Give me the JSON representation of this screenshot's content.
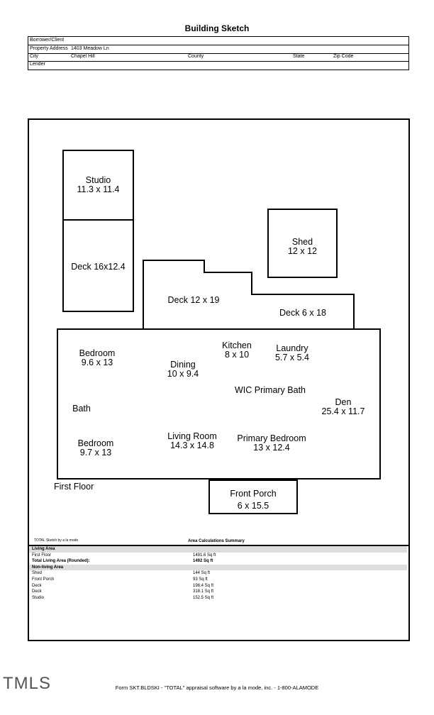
{
  "title": "Building Sketch",
  "header": {
    "borrower_label": "Borrower/Client",
    "borrower_value": "",
    "address_label": "Property Address",
    "address_value": "1403 Meadow Ln",
    "city_label": "City",
    "city_value": "Chapel Hill",
    "county_label": "County",
    "state_label": "State",
    "zip_label": "Zip Code",
    "lender_label": "Lender"
  },
  "sketch": {
    "studio": {
      "name": "Studio",
      "dims": "11.3 x 11.4"
    },
    "deck_left": "Deck 16x12.4",
    "shed": {
      "name": "Shed",
      "dims": "12 x 12"
    },
    "deck_12x19": "Deck 12 x 19",
    "deck_6x18": "Deck 6 x 18",
    "bedroom1": {
      "name": "Bedroom",
      "dims": "9.6 x 13"
    },
    "kitchen": {
      "name": "Kitchen",
      "dims": "8 x 10"
    },
    "laundry": {
      "name": "Laundry",
      "dims": "5.7 x 5.4"
    },
    "dining": {
      "name": "Dining",
      "dims": "10 x 9.4"
    },
    "wic_bath": "WIC Primary Bath",
    "den": {
      "name": "Den",
      "dims": "25.4 x 11.7"
    },
    "bath": "Bath",
    "bedroom2": {
      "name": "Bedroom",
      "dims": "9.7 x 13"
    },
    "living": {
      "name": "Living Room",
      "dims": "14.3 x 14.8"
    },
    "primary": {
      "name": "Primary Bedroom",
      "dims": "13 x 12.4"
    },
    "first_floor": "First Floor",
    "porch": {
      "name": "Front Porch",
      "dims": "6 x 15.5"
    }
  },
  "summary": {
    "credit": "TOTAL Sketch by a la mode",
    "title": "Area Calculations Summary",
    "living_area_label": "Living Area",
    "rows_living": [
      {
        "name": "First Floor",
        "value": "1491.6 Sq ft",
        "bold": false
      },
      {
        "name": "Total Living Area (Rounded):",
        "value": "1492 Sq ft",
        "bold": true
      }
    ],
    "nonliving_label": "Non-living Area",
    "rows_nonliving": [
      {
        "name": "Shed",
        "value": "144 Sq ft"
      },
      {
        "name": "Front Porch",
        "value": "93 Sq ft"
      },
      {
        "name": "Deck",
        "value": "198.4 Sq ft"
      },
      {
        "name": "Deck",
        "value": "318.1 Sq ft"
      },
      {
        "name": "Studio",
        "value": "152.5 Sq ft"
      }
    ]
  },
  "footer": "Form SKT.BLDSKI - \"TOTAL\" appraisal software by a la mode, inc. - 1-800-ALAMODE",
  "logo": "TMLS"
}
